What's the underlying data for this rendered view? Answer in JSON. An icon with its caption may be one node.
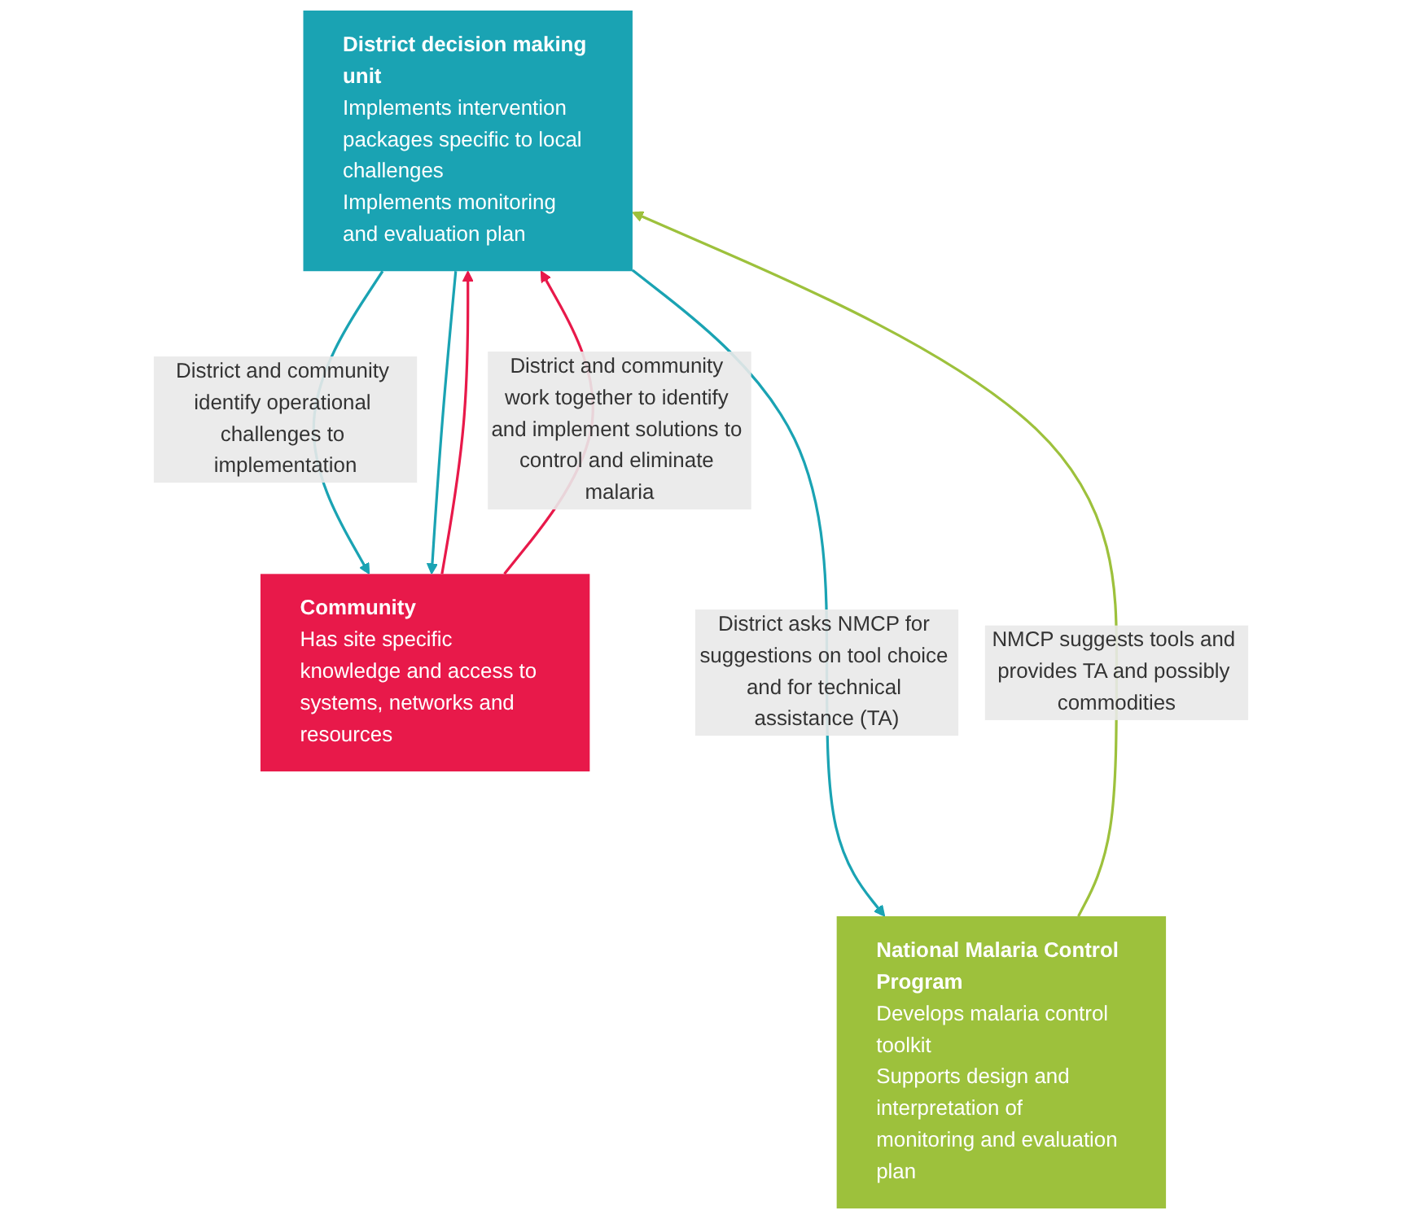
{
  "diagram": {
    "nodes": [
      {
        "text": [
          "District decision making unit",
          "Implements intervention packages specific to local challenges",
          "Implements monitoring and evaluation plan"
        ]
      },
      {
        "text": [
          "National Malaria Control Program",
          "Develops malaria control toolkit",
          "Supports design and interpretation of monitoring and evaluation plan"
        ]
      },
      {
        "text": [
          "Community",
          "Has site specific knowledge and access to systems, networks and resources"
        ]
      }
    ],
    "edges": [
      {
        "from": 0,
        "to": 1,
        "arrow": "to",
        "label": "District asks NMCP for suggestions on tool choice and for technical assistance (TA)"
      },
      {
        "from": 1,
        "to": 0,
        "arrow": "to",
        "label": "NMCP suggests tools and provides TA and possibly commodities",
        "color": "#9dc13c"
      },
      {
        "from": 0,
        "to": 2,
        "arrow": "to",
        "label": "District and community identify operational challenges to implementation"
      },
      {
        "from": 2,
        "to": 0,
        "arrow": "to",
        "color": "#e8194a"
      },
      {
        "from": 2,
        "to": 0,
        "arrow": "to",
        "label": "District and community work together to identify and implement solutions to control and eliminate malaria",
        "color": "#e8194a"
      },
      {
        "from": 0,
        "to": 2,
        "arrow": "to"
      }
    ]
  }
}
